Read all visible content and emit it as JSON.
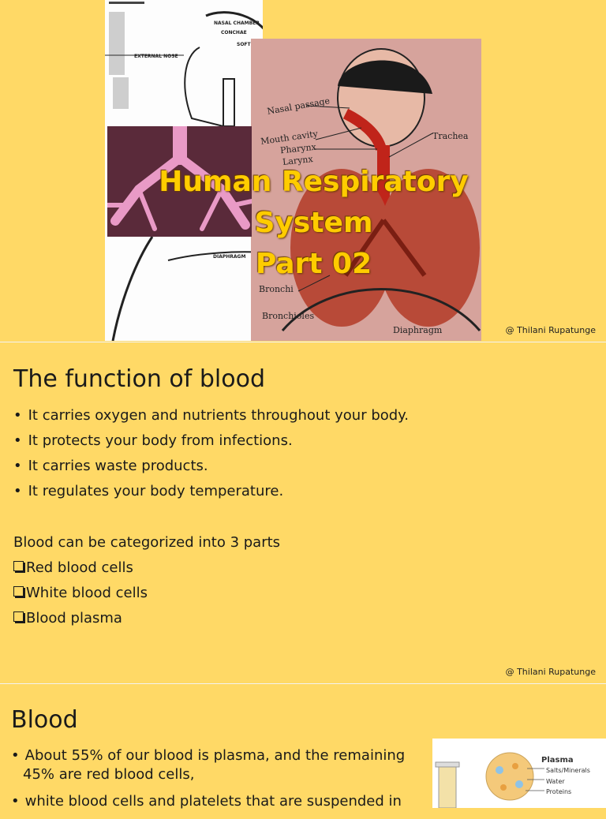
{
  "slide1": {
    "title_line1": "Human Respiratory",
    "title_line2": "System",
    "title_line3": "Part 02",
    "credit": "@ Thilani Rupatunge",
    "sketch_labels": {
      "nasal_chamber": "NASAL CHAMBER",
      "conchae": "CONCHAE",
      "soft": "SOFT",
      "external_nose": "EXTERNAL NOSE",
      "diaphragm": "DIAPHRAGM"
    },
    "diagram_labels": {
      "nasal_passage": "Nasal passage",
      "mouth_cavity": "Mouth cavity",
      "pharynx": "Pharynx",
      "larynx": "Larynx",
      "trachea": "Trachea",
      "bronchi": "Bronchi",
      "bronchioles": "Bronchioles",
      "diaphragm": "Diaphragm"
    }
  },
  "slide2": {
    "heading": "The function of blood",
    "bullets": [
      "It carries oxygen and nutrients throughout your body.",
      "It protects your body from infections.",
      "It carries waste products.",
      "It regulates your body temperature."
    ],
    "intro": "Blood can be categorized into 3 parts",
    "parts": [
      "Red blood cells",
      "White blood cells",
      "Blood plasma"
    ],
    "credit": "@ Thilani Rupatunge"
  },
  "slide3": {
    "heading": "Blood",
    "bullets": [
      "About 55% of our blood is plasma, and the remaining 45% are red blood cells,",
      "white blood cells and platelets that are suspended in"
    ],
    "figure_labels": {
      "plasma": "Plasma",
      "salts": "Salts/Minerals",
      "water": "Water",
      "proteins": "Proteins"
    }
  },
  "colors": {
    "background": "#ffd966",
    "title": "#ffcc00"
  }
}
